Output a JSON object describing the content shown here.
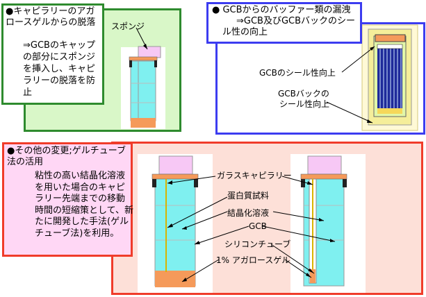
{
  "panel_sponge": {
    "title": "●キャピラリーのアガロースゲルからの脱落",
    "body": "⇒GCBのキャップの部分にスポンジを挿入し、キャピラリーの脱落を防止",
    "sponge_label": "スポンジ"
  },
  "panel_seal": {
    "title": "● GCBからのバッファー類の漏洩",
    "line1": "⇒GCB及びGCBバックのシー",
    "line2": "ル性の向上",
    "seal_label": "GCBのシール性向上",
    "bag_label_1": "GCBバックの",
    "bag_label_2": "シール性向上"
  },
  "panel_other": {
    "title": "●その他の変更;ゲルチューブ法の活用",
    "body": "粘性の高い結晶化溶液を用いた場合のキャピラリー先端までの移動時間の短縮策として、新たに開発した手法(ゲルチューブ法)を利用。",
    "labels": {
      "glass_capillary": "ガラスキャピラリー",
      "protein_sample": "蛋白質試料",
      "crystallization_solution": "結晶化溶液",
      "gcb": "GCB",
      "silicone_tube": "シリコンチューブ",
      "agarose_gel": "1% アガロースゲル"
    }
  },
  "colors": {
    "green_border": "#2e8b2e",
    "green_fill": "#d9f7c8",
    "blue_border": "#3c3cf0",
    "red_border": "#f03c2a",
    "red_fill": "#fde0d8",
    "pink_fill": "#ffd7f5",
    "cyan_fill": "#7ff0f0",
    "orange_fill": "#f59a5a",
    "sponge_pink": "#f7c8f5"
  }
}
